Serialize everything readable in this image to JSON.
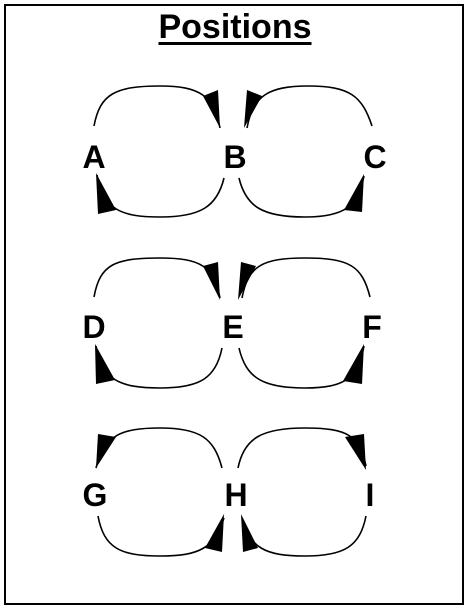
{
  "title": "Positions",
  "rows": [
    {
      "labels": [
        "A",
        "B",
        "C"
      ],
      "arrowheads": [
        "left-arc-top-end",
        "right-arc-top-start",
        "left-arc-bottom-start",
        "right-arc-bottom-end"
      ]
    },
    {
      "labels": [
        "D",
        "E",
        "F"
      ],
      "arrowheads": [
        "left-arc-top-end",
        "right-arc-top-start",
        "left-arc-bottom-start",
        "right-arc-bottom-end"
      ]
    },
    {
      "labels": [
        "G",
        "H",
        "I"
      ],
      "arrowheads": [
        "left-arc-top-start",
        "right-arc-top-end",
        "left-arc-bottom-end",
        "right-arc-bottom-start"
      ]
    }
  ],
  "colors": {
    "stroke": "#000000",
    "background": "#ffffff"
  }
}
